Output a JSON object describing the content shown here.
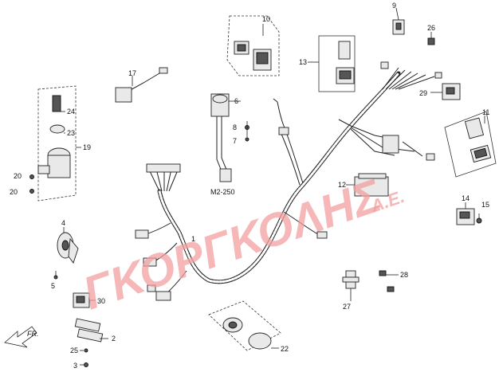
{
  "watermark": {
    "text": "ΓΚΟΡΓΚΟΛΗΣ",
    "suffix": "Α.Ε.",
    "color": "#f2a0a0"
  },
  "direction_label": "FR.",
  "model_label": "M2-250",
  "callouts": {
    "c1": "1",
    "c2": "2",
    "c3": "3",
    "c4": "4",
    "c5": "5",
    "c6": "6",
    "c7": "7",
    "c8": "8",
    "c9": "9",
    "c10": "10",
    "c11": "11",
    "c12": "12",
    "c13": "13",
    "c14": "14",
    "c15": "15",
    "c17": "17",
    "c19": "19",
    "c20a": "20",
    "c20b": "20",
    "c22": "22",
    "c23": "23",
    "c24": "24",
    "c25": "25",
    "c26": "26",
    "c27": "27",
    "c28": "28",
    "c29": "29",
    "c30": "30"
  }
}
